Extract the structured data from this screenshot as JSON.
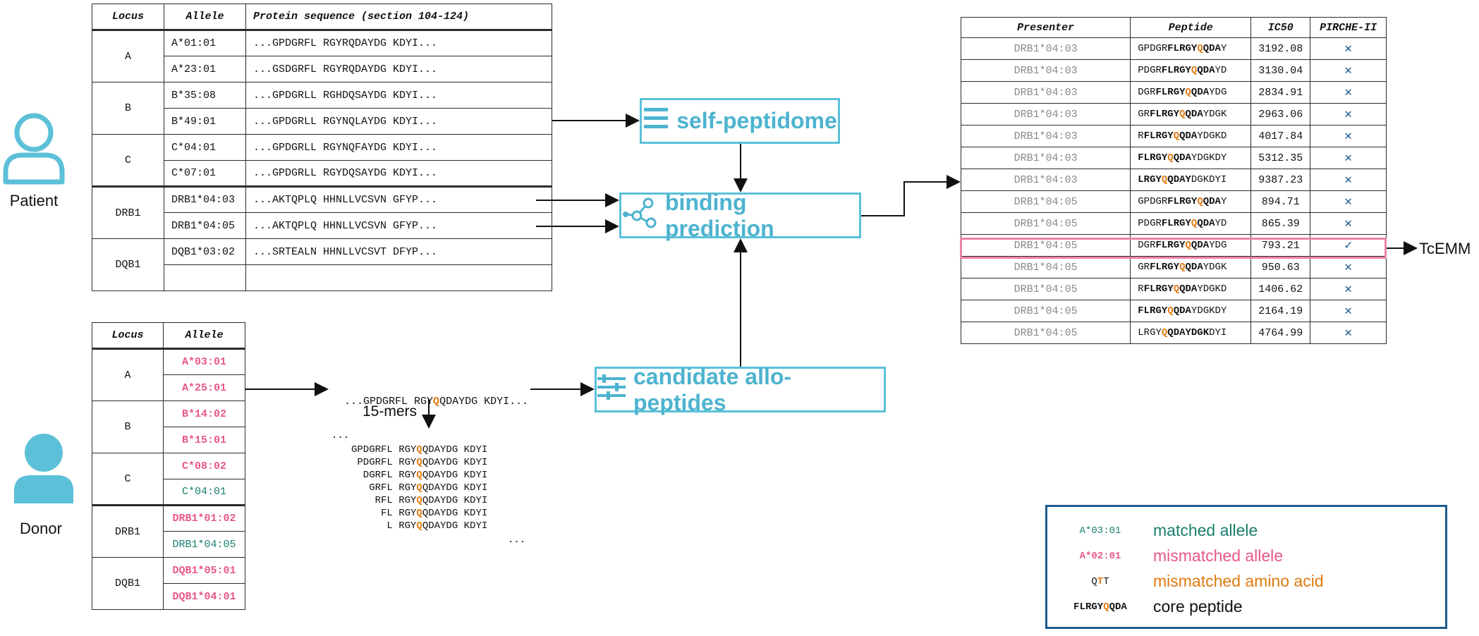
{
  "patient": {
    "label": "Patient",
    "headers": [
      "Locus",
      "Allele",
      "Protein sequence (section 104-124)"
    ],
    "rows": [
      {
        "locus": "A",
        "allele": "A*01:01",
        "seq": "...GPDGRFL RGYRQDAYDG KDYI..."
      },
      {
        "allele": "A*23:01",
        "seq": "...GSDGRFL RGYRQDAYDG KDYI..."
      },
      {
        "locus": "B",
        "allele": "B*35:08",
        "seq": "...GPDGRLL RGHDQSAYDG KDYI..."
      },
      {
        "allele": "B*49:01",
        "seq": "...GPDGRLL RGYNQLAYDG KDYI..."
      },
      {
        "locus": "C",
        "allele": "C*04:01",
        "seq": "...GPDGRLL RGYNQFAYDG KDYI..."
      },
      {
        "allele": "C*07:01",
        "seq": "...GPDGRLL RGYDQSAYDG KDYI..."
      },
      {
        "locus": "DRB1",
        "allele": "DRB1*04:03",
        "seq": "...AKTQPLQ HHNLLVCSVN GFYP..."
      },
      {
        "allele": "DRB1*04:05",
        "seq": "...AKTQPLQ HHNLLVCSVN GFYP..."
      },
      {
        "locus": "DQB1",
        "allele": "DQB1*03:02",
        "seq": "...SRTEALN HHNLLVCSVT DFYP..."
      }
    ]
  },
  "donor": {
    "label": "Donor",
    "headers": [
      "Locus",
      "Allele"
    ],
    "rows": [
      {
        "locus": "A",
        "allele": "A*03:01",
        "status": "mismatched"
      },
      {
        "allele": "A*25:01",
        "status": "mismatched"
      },
      {
        "locus": "B",
        "allele": "B*14:02",
        "status": "mismatched"
      },
      {
        "allele": "B*15:01",
        "status": "mismatched"
      },
      {
        "locus": "C",
        "allele": "C*08:02",
        "status": "mismatched"
      },
      {
        "allele": "C*04:01",
        "status": "matched"
      },
      {
        "locus": "DRB1",
        "allele": "DRB1*01:02",
        "status": "mismatched"
      },
      {
        "allele": "DRB1*04:05",
        "status": "matched"
      },
      {
        "locus": "DQB1",
        "allele": "DQB1*05:01",
        "status": "mismatched"
      },
      {
        "allele": "DQB1*04:01",
        "status": "mismatched"
      }
    ]
  },
  "process": {
    "self_peptidome": "self-peptidome",
    "binding_prediction": "binding prediction",
    "candidate_allo_peptides": "candidate allo-peptides"
  },
  "donor_sequence": {
    "prefix": "...GPDGRFL RGY",
    "mismatch": "Q",
    "suffix": "QDAYDG KDYI..."
  },
  "kmers": {
    "label": "15-mers",
    "ellipsis_top": "...",
    "ellipsis_bottom": "...",
    "lines": [
      {
        "pre": "GPDGRFL RGY",
        "mm": "Q",
        "post": "QDAYDG KDYI"
      },
      {
        "pre": " PDGRFL RGY",
        "mm": "Q",
        "post": "QDAYDG KDYI"
      },
      {
        "pre": "  DGRFL RGY",
        "mm": "Q",
        "post": "QDAYDG KDYI"
      },
      {
        "pre": "   GRFL RGY",
        "mm": "Q",
        "post": "QDAYDG KDYI"
      },
      {
        "pre": "    RFL RGY",
        "mm": "Q",
        "post": "QDAYDG KDYI"
      },
      {
        "pre": "     FL RGY",
        "mm": "Q",
        "post": "QDAYDG KDYI"
      },
      {
        "pre": "      L RGY",
        "mm": "Q",
        "post": "QDAYDG KDYI"
      }
    ]
  },
  "results": {
    "headers": [
      "Presenter",
      "Peptide",
      "IC50",
      "PIRCHE-II"
    ],
    "highlight_index": 9,
    "tcemm_label": "TcEMM",
    "cross_symbol": "✕",
    "check_symbol": "✓",
    "rows": [
      {
        "presenter": "DRB1*04:03",
        "peptide": [
          [
            "GPDGR",
            0
          ],
          [
            "FLRGY",
            1
          ],
          [
            "Q",
            2
          ],
          [
            "QDA",
            1
          ],
          [
            "Y",
            0
          ]
        ],
        "ic50": "3192.08",
        "pirche": false
      },
      {
        "presenter": "DRB1*04:03",
        "peptide": [
          [
            "PDGR",
            0
          ],
          [
            "FLRGY",
            1
          ],
          [
            "Q",
            2
          ],
          [
            "QDA",
            1
          ],
          [
            "YD",
            0
          ]
        ],
        "ic50": "3130.04",
        "pirche": false
      },
      {
        "presenter": "DRB1*04:03",
        "peptide": [
          [
            "DGR",
            0
          ],
          [
            "FLRGY",
            1
          ],
          [
            "Q",
            2
          ],
          [
            "QDA",
            1
          ],
          [
            "YDG",
            0
          ]
        ],
        "ic50": "2834.91",
        "pirche": false
      },
      {
        "presenter": "DRB1*04:03",
        "peptide": [
          [
            "GR",
            0
          ],
          [
            "FLRGY",
            1
          ],
          [
            "Q",
            2
          ],
          [
            "QDA",
            1
          ],
          [
            "YDGK",
            0
          ]
        ],
        "ic50": "2963.06",
        "pirche": false
      },
      {
        "presenter": "DRB1*04:03",
        "peptide": [
          [
            "R",
            0
          ],
          [
            "FLRGY",
            1
          ],
          [
            "Q",
            2
          ],
          [
            "QDA",
            1
          ],
          [
            "YDGKD",
            0
          ]
        ],
        "ic50": "4017.84",
        "pirche": false
      },
      {
        "presenter": "DRB1*04:03",
        "peptide": [
          [
            "FLRGY",
            1
          ],
          [
            "Q",
            2
          ],
          [
            "QDA",
            1
          ],
          [
            "YDGKDY",
            0
          ]
        ],
        "ic50": "5312.35",
        "pirche": false
      },
      {
        "presenter": "DRB1*04:03",
        "peptide": [
          [
            "LRGY",
            1
          ],
          [
            "Q",
            2
          ],
          [
            "QDAY",
            1
          ],
          [
            "DGKDYI",
            0
          ]
        ],
        "ic50": "9387.23",
        "pirche": false
      },
      {
        "presenter": "DRB1*04:05",
        "peptide": [
          [
            "GPDGR",
            0
          ],
          [
            "FLRGY",
            1
          ],
          [
            "Q",
            2
          ],
          [
            "QDA",
            1
          ],
          [
            "Y",
            0
          ]
        ],
        "ic50": "894.71",
        "pirche": false
      },
      {
        "presenter": "DRB1*04:05",
        "peptide": [
          [
            "PDGR",
            0
          ],
          [
            "FLRGY",
            1
          ],
          [
            "Q",
            2
          ],
          [
            "QDA",
            1
          ],
          [
            "YD",
            0
          ]
        ],
        "ic50": "865.39",
        "pirche": false
      },
      {
        "presenter": "DRB1*04:05",
        "peptide": [
          [
            "DGR",
            0
          ],
          [
            "FLRGY",
            1
          ],
          [
            "Q",
            2
          ],
          [
            "QDA",
            1
          ],
          [
            "YDG",
            0
          ]
        ],
        "ic50": "793.21",
        "pirche": true
      },
      {
        "presenter": "DRB1*04:05",
        "peptide": [
          [
            "GR",
            0
          ],
          [
            "FLRGY",
            1
          ],
          [
            "Q",
            2
          ],
          [
            "QDA",
            1
          ],
          [
            "YDGK",
            0
          ]
        ],
        "ic50": "950.63",
        "pirche": false
      },
      {
        "presenter": "DRB1*04:05",
        "peptide": [
          [
            "R",
            0
          ],
          [
            "FLRGY",
            1
          ],
          [
            "Q",
            2
          ],
          [
            "QDA",
            1
          ],
          [
            "YDGKD",
            0
          ]
        ],
        "ic50": "1406.62",
        "pirche": false
      },
      {
        "presenter": "DRB1*04:05",
        "peptide": [
          [
            "FLRGY",
            1
          ],
          [
            "Q",
            2
          ],
          [
            "QDA",
            1
          ],
          [
            "YDGKDY",
            0
          ]
        ],
        "ic50": "2164.19",
        "pirche": false
      },
      {
        "presenter": "DRB1*04:05",
        "peptide": [
          [
            "LRGY",
            0
          ],
          [
            "Q",
            2
          ],
          [
            "QDAYDGK",
            1
          ],
          [
            "DYI",
            0
          ]
        ],
        "ic50": "4764.99",
        "pirche": false
      }
    ]
  },
  "legend": {
    "matched_key": "A*03:01",
    "matched_text": "matched allele",
    "mismatched_key": "A*02:01",
    "mismatched_text": "mismatched allele",
    "aa_pre": "Q",
    "aa_mm": "T",
    "aa_post": "T",
    "aa_text": "mismatched amino acid",
    "core_pre": "FLRGY",
    "core_mm": "Q",
    "core_post": "QDA",
    "core_text": "core peptide"
  },
  "colors": {
    "accent": "#5bc0d8",
    "matched": "#1a7f6e",
    "mismatched": "#e8578a",
    "mismatched_aa": "#e07a10",
    "legend_border": "#1f5a8a",
    "cross": "#1f5a8a"
  }
}
